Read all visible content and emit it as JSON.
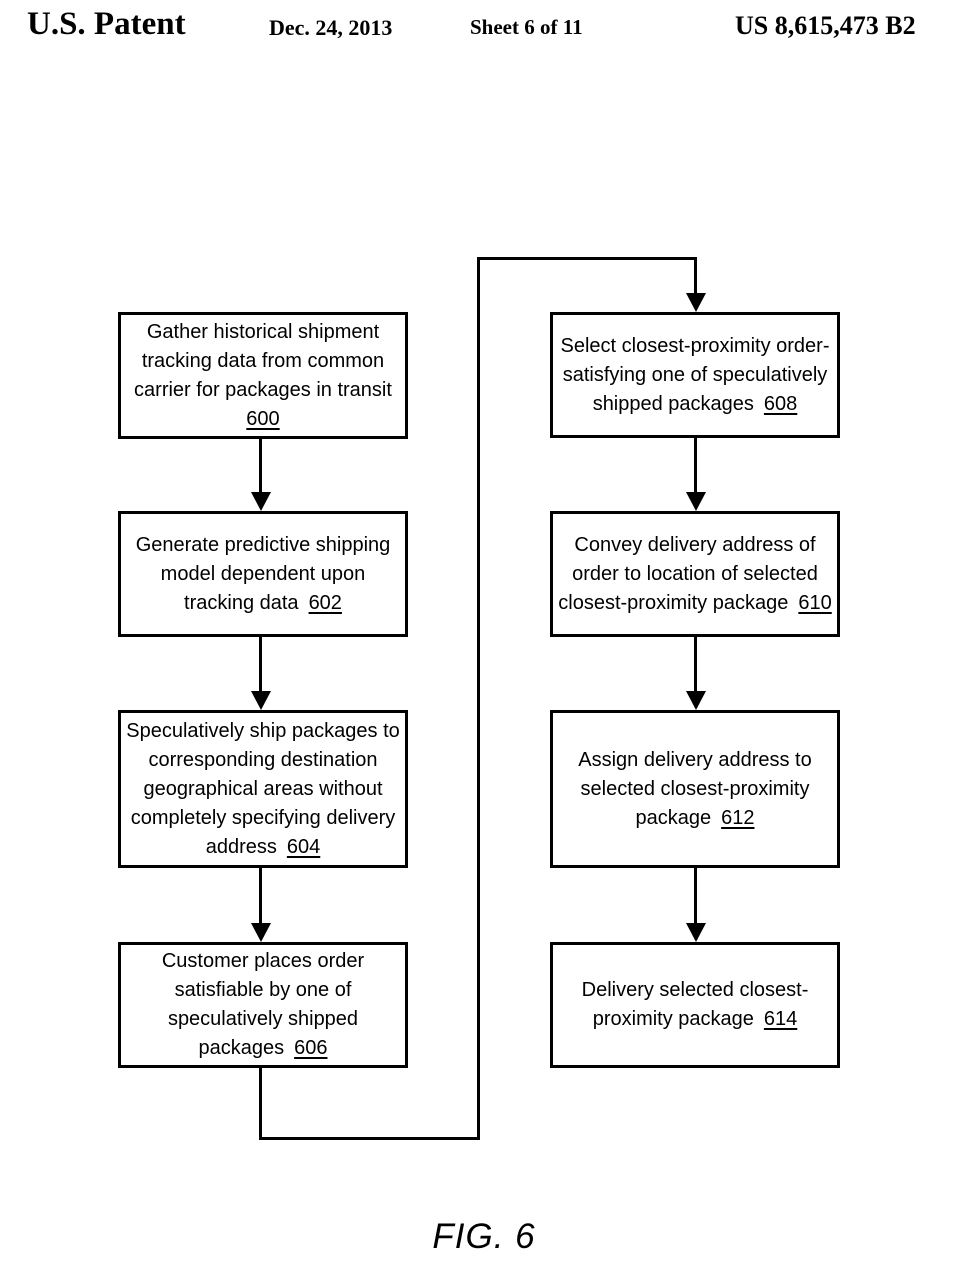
{
  "header": {
    "title": "U.S. Patent",
    "date": "Dec. 24, 2013",
    "sheet": "Sheet 6 of 11",
    "patent_number": "US 8,615,473 B2"
  },
  "figure_caption": "FIG. 6",
  "colors": {
    "ink": "#000000",
    "background": "#ffffff"
  },
  "boxes": [
    {
      "id": "600",
      "text": "Gather historical shipment\ntracking data from common\ncarrier for packages in transit",
      "ref": "600"
    },
    {
      "id": "602",
      "text": "Generate predictive shipping\nmodel dependent upon\ntracking data",
      "ref": "602"
    },
    {
      "id": "604",
      "text": "Speculatively ship packages to\ncorresponding destination\ngeographical areas without\ncompletely specifying delivery\naddress",
      "ref": "604"
    },
    {
      "id": "606",
      "text": "Customer places order\nsatisfiable by one of\nspeculatively shipped\npackages",
      "ref": "606"
    },
    {
      "id": "608",
      "text": "Select closest-proximity order-\nsatisfying one of speculatively\nshipped packages",
      "ref": "608"
    },
    {
      "id": "610",
      "text": "Convey delivery address of\norder to location of selected\nclosest-proximity package",
      "ref": "610"
    },
    {
      "id": "612",
      "text": "Assign delivery address to\nselected closest-proximity\npackage",
      "ref": "612"
    },
    {
      "id": "614",
      "text": "Delivery selected closest-\nproximity package",
      "ref": "614"
    }
  ]
}
